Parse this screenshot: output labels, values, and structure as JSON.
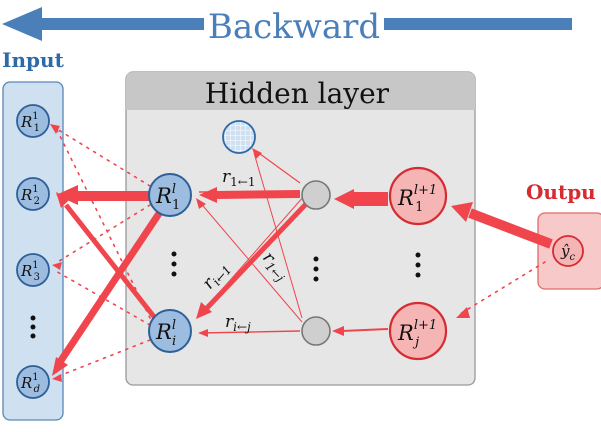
{
  "header": {
    "title": "Backward"
  },
  "input_panel": {
    "title": "Input"
  },
  "hidden_panel": {
    "title": "Hidden layer"
  },
  "output_panel": {
    "title": "Outpu"
  },
  "colors": {
    "blue_arrow": "#4b7fba",
    "blue_text": "#2e6aa6",
    "red": "#f0454d",
    "red_dark": "#d62b30",
    "node_blue": "#9dbde0",
    "node_red": "#f6b5b5",
    "panel_input": "#cfe0f1",
    "panel_hidden": "#e6e6e6",
    "panel_output": "#f8c9c9"
  },
  "labels": {
    "r_1_1": "r",
    "r_1_1_sub": "1←1",
    "r_i_1": "r",
    "r_i_1_sub": "i←1",
    "r_1_j": "r",
    "r_1_j_sub": "1←j",
    "r_i_j": "r",
    "r_i_j_sub": "i←j"
  },
  "nodes": {
    "input": [
      {
        "base": "R",
        "sup": "1",
        "sub": "1"
      },
      {
        "base": "R",
        "sup": "1",
        "sub": "2"
      },
      {
        "base": "R",
        "sup": "1",
        "sub": "3"
      },
      {
        "base": "R",
        "sup": "1",
        "sub": "d"
      }
    ],
    "hidden_left": [
      {
        "base": "R",
        "sup": "l",
        "sub": "1"
      },
      {
        "base": "R",
        "sup": "l",
        "sub": "i"
      }
    ],
    "hidden_right": [
      {
        "base": "R",
        "sup": "l+1",
        "sub": "1"
      },
      {
        "base": "R",
        "sup": "l+1",
        "sub": "j"
      }
    ],
    "output": {
      "base": "ŷ",
      "sub": "c"
    }
  }
}
